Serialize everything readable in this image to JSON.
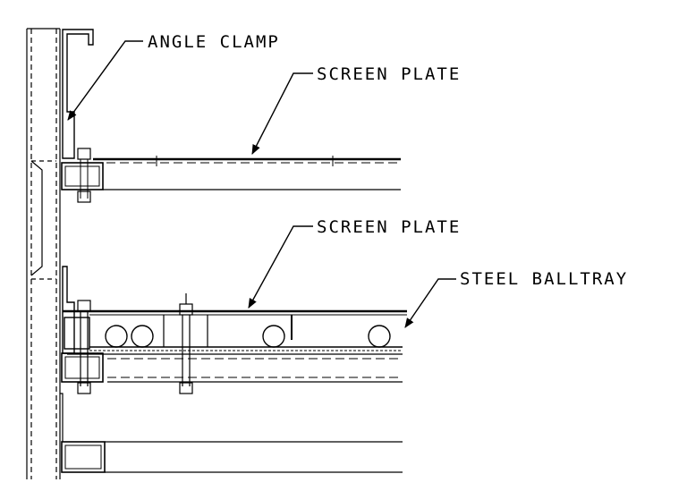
{
  "drawing": {
    "labels": {
      "angle_clamp": "ANGLE CLAMP",
      "screen_plate_top": "SCREEN PLATE",
      "screen_plate_bottom": "SCREEN PLATE",
      "steel_balltray": "STEEL BALLTRAY"
    },
    "colors": {
      "line": "#000000",
      "background": "#ffffff"
    }
  }
}
